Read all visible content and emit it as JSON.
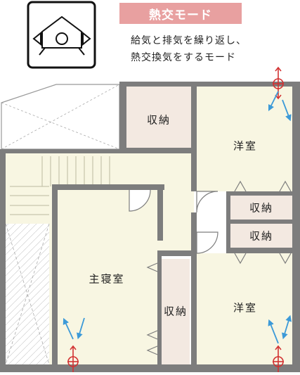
{
  "mode_title": "熱交モード",
  "description": {
    "line1": "給気と排気を繰り返し、",
    "line2": "熱交換気をするモード"
  },
  "rooms": {
    "storage_top": "収納",
    "western_room_top": "洋室",
    "storage_mid_upper": "収納",
    "storage_mid_lower": "収納",
    "master_bedroom": "主寝室",
    "storage_master": "収納",
    "western_room_bottom": "洋室"
  },
  "icons": {
    "mode_icon": "heat-exchange-ventilation-icon",
    "ventilation_unit": "ventilation-fan-icon",
    "air_flow": "air-flow-arrow-icon"
  },
  "colors": {
    "badge": "#e8a0a0",
    "wall": "#7d7d7d",
    "floor": "#f8f6e2",
    "storage_floor": "#f3e9e1",
    "vent_red": "#d23232",
    "airflow_blue": "#3c9ad8"
  }
}
